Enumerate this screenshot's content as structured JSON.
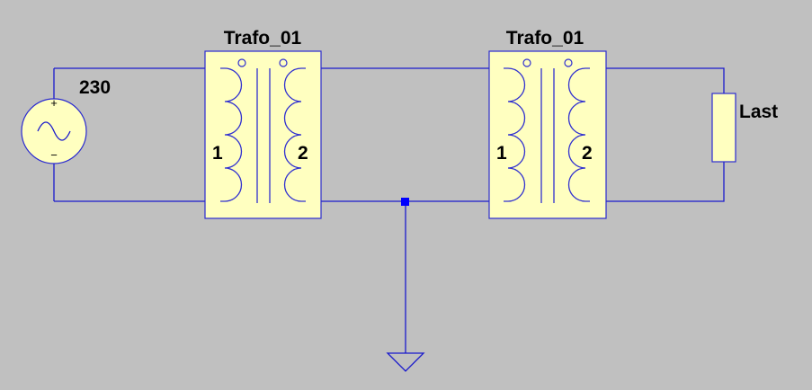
{
  "transformers": [
    {
      "name": "Trafo_01",
      "primary_label": "1",
      "secondary_label": "2"
    },
    {
      "name": "Trafo_01",
      "primary_label": "1",
      "secondary_label": "2"
    }
  ],
  "source": {
    "value": "230",
    "plus": "+",
    "minus": "−"
  },
  "load": {
    "name": "Last"
  },
  "colors": {
    "background": "#c0c0c0",
    "wire": "#1a1acc",
    "component_fill": "#ffffc0",
    "junction": "#0000ff"
  }
}
